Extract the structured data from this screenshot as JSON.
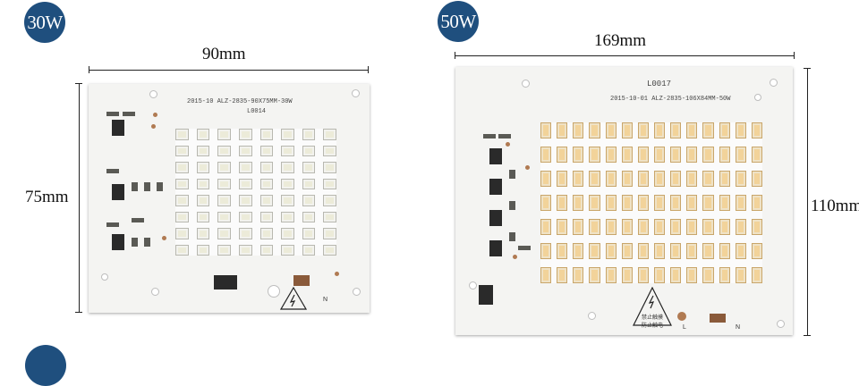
{
  "left_panel": {
    "power_badge": "30W",
    "width_label": "90mm",
    "height_label": "75mm",
    "board_date_text": "2015-10  ALZ-2835-90X75MM-30W",
    "board_code": "L0014",
    "led_rows": 8,
    "led_cols": 8,
    "terminal_n": "N"
  },
  "right_panel": {
    "power_badge": "50W",
    "width_label": "169mm",
    "height_label": "110mm",
    "board_code": "L0017",
    "board_date_text": "2015-10-01  ALZ-2835-106X84MM-50W",
    "led_rows": 7,
    "led_cols": 14,
    "warning_text_line1": "禁止触摸",
    "warning_text_line2": "防止触电",
    "terminal_l": "L",
    "terminal_n": "N"
  },
  "third_badge": "",
  "colors": {
    "badge": "#1f4f7e",
    "board": "#f4f4f2",
    "led_cool": "#ecebd9",
    "led_warm": "#f2d39a"
  }
}
